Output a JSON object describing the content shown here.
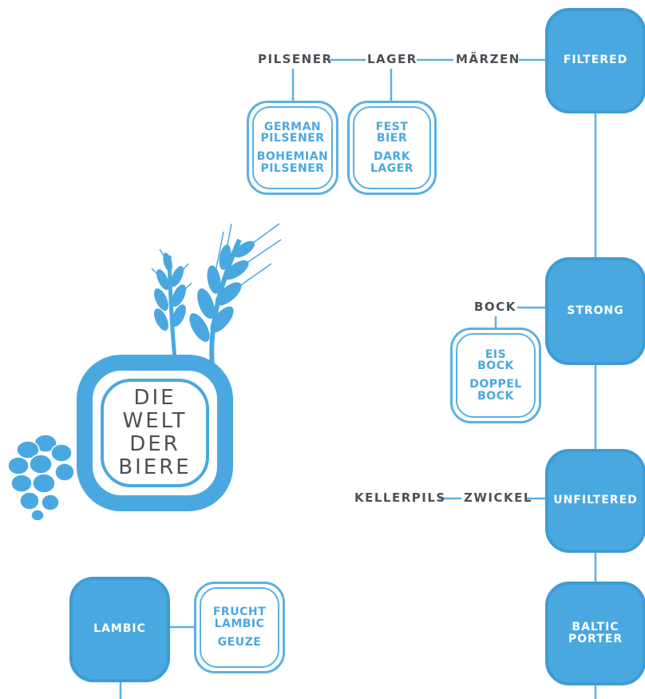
{
  "title": {
    "lines": [
      "DIE",
      "WELT",
      "DER",
      "BIERE"
    ]
  },
  "nodes": {
    "filtered": "FILTERED",
    "strong": "STRONG",
    "unfiltered": "UNFILTERED",
    "baltic_porter": [
      "BALTIC",
      "PORTER"
    ],
    "lambic": "LAMBIC"
  },
  "labels": {
    "pilsener": "PILSENER",
    "lager": "LAGER",
    "maerzen": "MÄRZEN",
    "bock": "BOCK",
    "kellerpils": "KELLERPILS",
    "zwickel": "ZWICKEL"
  },
  "sub_boxes": {
    "pilsener_box": [
      "GERMAN",
      "PILSENER",
      "BOHEMIAN",
      "PILSENER"
    ],
    "lager_box": [
      "FEST",
      "BIER",
      "DARK",
      "LAGER"
    ],
    "bock_box": [
      "EIS",
      "BOCK",
      "DOPPEL",
      "BOCK"
    ],
    "lambic_box": [
      "FRUCHT",
      "LAMBIC",
      "GEUZE"
    ]
  },
  "colors": {
    "accent": "#4aa8e0",
    "accent_border": "#3d9bd6",
    "text_dark": "#4a5055",
    "background": "#ffffff"
  },
  "icons": [
    "wheat-icon",
    "hop-icon"
  ]
}
